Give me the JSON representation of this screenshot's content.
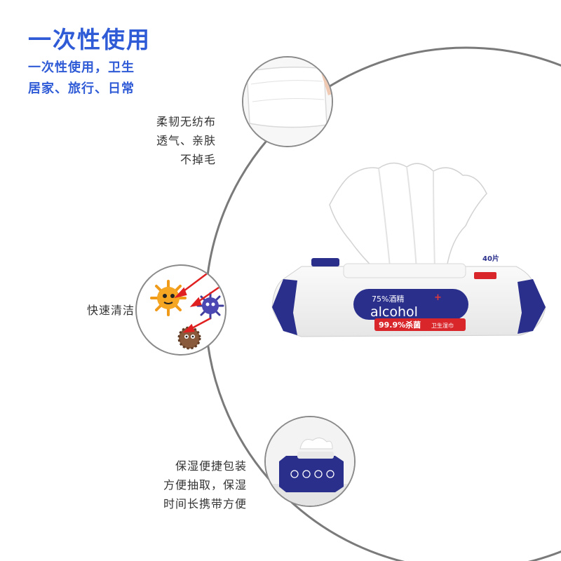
{
  "title": "一次性使用",
  "subtitle": [
    "一次性使用，卫生",
    "居家、旅行、日常"
  ],
  "features": [
    {
      "lines": [
        "柔韧无纺布",
        "透气、亲肤",
        "不掉毛"
      ]
    },
    {
      "lines": [
        "快速清洁"
      ]
    },
    {
      "lines": [
        "保湿便捷包装",
        "方便抽取，保湿",
        "时间长携带方便"
      ]
    }
  ],
  "package": {
    "alcohol_pct": "75%酒精",
    "brand": "alcohol",
    "kill_rate": "99.9%杀菌",
    "product": "卫生湿巾",
    "count": "40片"
  },
  "colors": {
    "accent": "#2f5bd6",
    "navy": "#2a2f8c",
    "red": "#d9262b",
    "ring": "#7a7a7a"
  },
  "icons": [
    "wipe-sheet-photo",
    "germ-icons",
    "wipes-pack-photo"
  ]
}
